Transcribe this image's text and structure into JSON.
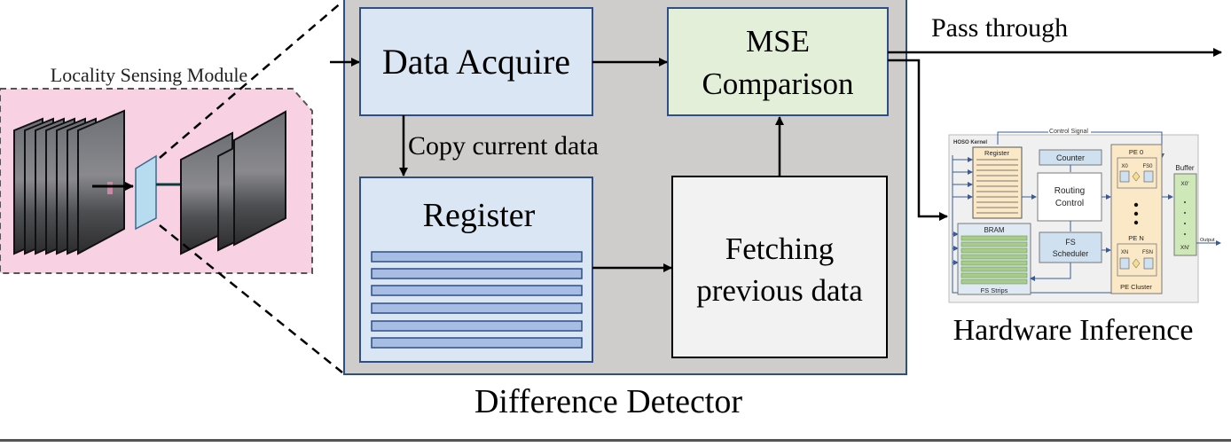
{
  "locality_module": {
    "title": "Locality Sensing Module"
  },
  "difference_detector": {
    "caption": "Difference Detector",
    "data_acquire": "Data Acquire",
    "mse_line1": "MSE",
    "mse_line2": "Comparison",
    "copy_label": "Copy current data",
    "register": "Register",
    "fetch_line1": "Fetching",
    "fetch_line2": "previous data"
  },
  "outputs": {
    "pass_through": "Pass through"
  },
  "hardware": {
    "caption": "Hardware Inference",
    "kernel_title": "HOSO Kernel",
    "control_signal": "Control Signal",
    "register": "Register",
    "counter": "Counter",
    "routing_line1": "Routing",
    "routing_line2": "Control",
    "bram": "BRAM",
    "fs_strips": "FS Strips",
    "fs_sched_line1": "FS",
    "fs_sched_line2": "Scheduler",
    "pe0": "PE 0",
    "pen": "PE N",
    "pe_cluster": "PE Cluster",
    "x0": "X0",
    "fs0": "FS0",
    "xn": "XN",
    "fsn": "FSN",
    "buffer": "Buffer",
    "x0p": "X0'",
    "xnp": "XN'",
    "output": "Output"
  },
  "colors": {
    "detector_bg": "#cfcccc",
    "acquire_fill": "#dae6f4",
    "mse_fill": "#e3efd9",
    "fetch_fill": "#f2f2f2",
    "register_strip": "#a8bde3",
    "module_bg": "#f8d2e2",
    "box_border": "#2e4f86"
  }
}
